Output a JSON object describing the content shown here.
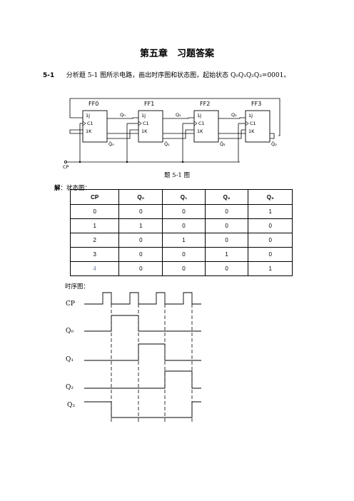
{
  "chapter_title": "第五章　习题答案",
  "problem": {
    "number": "5-1",
    "text": "分析题 5-1 图所示电路，画出时序图和状态图，起始状态 Q₀Q₁Q₂Q₃=0001。"
  },
  "circuit": {
    "caption": "题 5-1 图",
    "ff_names": [
      "FF0",
      "FF1",
      "FF2",
      "FF3"
    ],
    "pin_j": "1J",
    "pin_c": "C1",
    "pin_k": "1K",
    "outputs": [
      "Q₀",
      "Q₁",
      "Q₂",
      "Q₃"
    ],
    "outputs_bar": [
      "Q̄₀",
      "Q̄₁",
      "Q̄₂",
      "Q̄₃"
    ],
    "clock_label": "CP"
  },
  "solution": {
    "label": "解",
    "state_label": "：状态图：",
    "table": {
      "headers": [
        "CP",
        "Q₀",
        "Q₁",
        "Q₂",
        "Q₃"
      ],
      "rows": [
        [
          "0",
          "0",
          "0",
          "0",
          "1"
        ],
        [
          "1",
          "1",
          "0",
          "0",
          "0"
        ],
        [
          "2",
          "0",
          "1",
          "0",
          "0"
        ],
        [
          "3",
          "0",
          "0",
          "1",
          "0"
        ],
        [
          "4",
          "0",
          "0",
          "0",
          "1"
        ]
      ]
    },
    "timing_label": "时序图："
  },
  "timing": {
    "labels": [
      "CP",
      "Q₀",
      "Q₁",
      "Q₂",
      "Q₃"
    ],
    "cycles": 4,
    "q_states": [
      [
        1,
        0,
        0,
        0
      ],
      [
        0,
        1,
        0,
        0
      ],
      [
        0,
        0,
        1,
        0
      ],
      [
        0,
        0,
        0,
        1
      ]
    ],
    "initial": [
      0,
      0,
      0,
      1
    ]
  }
}
